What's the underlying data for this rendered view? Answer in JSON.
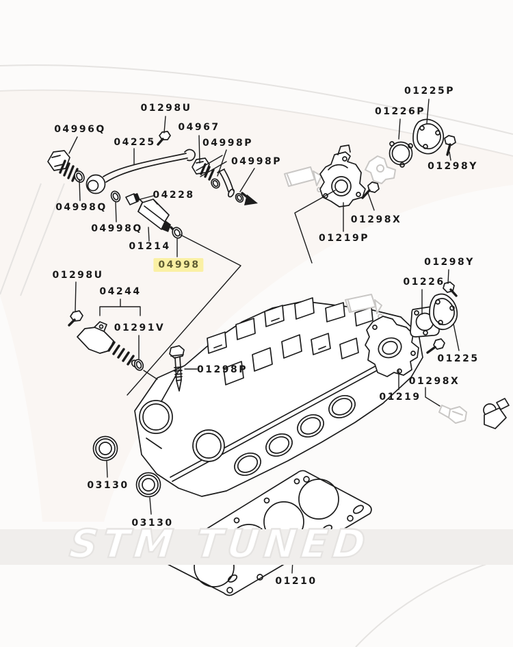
{
  "colors": {
    "line": "#1c1c1c",
    "ghost": "#c9c7c5",
    "swoosh": "#e5e3e1",
    "cream": "#f8f0ea",
    "watermark_band": "#f0eeec",
    "label_text": "#191919",
    "highlight_bg": "#faf0a4",
    "highlight_text": "#5f5c33"
  },
  "watermark": {
    "text": "STM TUNED"
  },
  "labels": [
    {
      "text": "01298U"
    },
    {
      "text": "04996Q"
    },
    {
      "text": "04225"
    },
    {
      "text": "04967"
    },
    {
      "text": "04998P"
    },
    {
      "text": "04998P"
    },
    {
      "text": "04998Q"
    },
    {
      "text": "04998Q"
    },
    {
      "text": "04228"
    },
    {
      "text": "01214"
    },
    {
      "text": "04998",
      "highlighted": true
    },
    {
      "text": "01298U"
    },
    {
      "text": "04244"
    },
    {
      "text": "01291V"
    },
    {
      "text": "01298P"
    },
    {
      "text": "03130"
    },
    {
      "text": "03130"
    },
    {
      "text": "01210"
    },
    {
      "text": "01225P"
    },
    {
      "text": "01226P"
    },
    {
      "text": "01298Y"
    },
    {
      "text": "01298X"
    },
    {
      "text": "01219P"
    },
    {
      "text": "01298Y"
    },
    {
      "text": "01226"
    },
    {
      "text": "01225"
    },
    {
      "text": "01298X"
    },
    {
      "text": "01219"
    }
  ]
}
